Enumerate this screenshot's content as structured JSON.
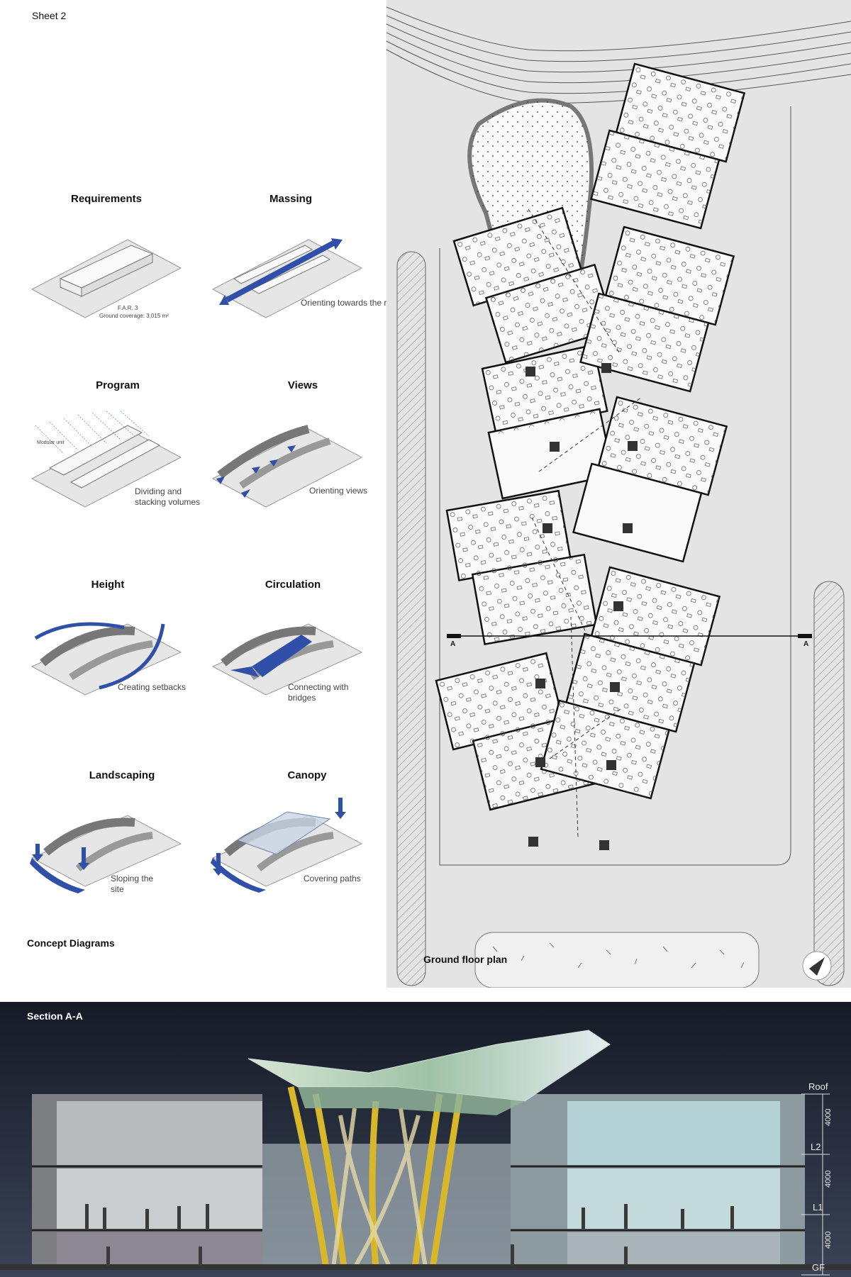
{
  "sheet": {
    "title": "Sheet 2"
  },
  "concept": {
    "caption": "Concept Diagrams",
    "requirements": {
      "title": "Requirements",
      "far": "F.A.R. 3",
      "coverage": "Ground coverage: 3,015 m²"
    },
    "massing": {
      "title": "Massing",
      "note": "Orienting towards the river"
    },
    "program": {
      "title": "Program",
      "tag": "Modular unit",
      "note": "Dividing and stacking volumes"
    },
    "views": {
      "title": "Views",
      "note": "Orienting views"
    },
    "height": {
      "title": "Height",
      "note": "Creating setbacks"
    },
    "circulation": {
      "title": "Circulation",
      "note": "Connecting with bridges"
    },
    "landscaping": {
      "title": "Landscaping",
      "note": "Sloping the site"
    },
    "canopy": {
      "title": "Canopy",
      "note": "Covering paths"
    }
  },
  "plan": {
    "caption": "Ground floor plan",
    "section_mark_left": "A",
    "section_mark_right": "A"
  },
  "section": {
    "title": "Section A-A",
    "levels": [
      "Roof",
      "L2",
      "L1",
      "GF"
    ],
    "dims": [
      "4000",
      "4000",
      "4000"
    ]
  },
  "colors": {
    "accent": "#2f4fa8",
    "plan_bg": "#e4e4e4",
    "section_bg": "#1c2230",
    "canopy": "#d8b72a"
  }
}
